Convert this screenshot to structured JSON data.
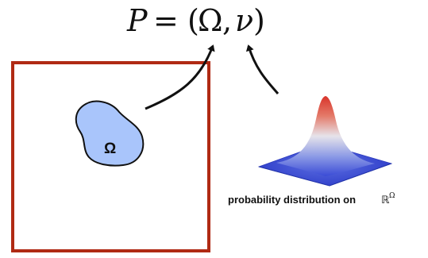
{
  "formula": {
    "lhs": "P",
    "equals": "=",
    "open_paren": "(",
    "first_component": "Ω",
    "comma": ",",
    "second_component": "ν",
    "close_paren": ")"
  },
  "domain_label": "Ω",
  "caption": {
    "text": "probability distribution on",
    "set_symbol": "ℝ",
    "superscript": "Ω"
  },
  "colors": {
    "frame_border": "#b02a14",
    "domain_fill": "#a9c5fb",
    "domain_stroke": "#111111",
    "arrow": "#111111",
    "gaussian_peak": "#d9342b",
    "gaussian_mid": "#d6dce8",
    "gaussian_base": "#3a4bd6"
  },
  "icons": [
    "curved-arrow-to-omega",
    "curved-arrow-to-nu",
    "gaussian-surface-icon"
  ]
}
